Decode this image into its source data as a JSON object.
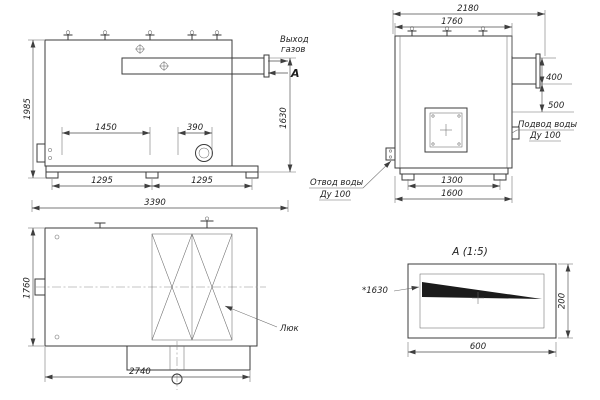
{
  "front_view": {
    "dim_height_overall": "1985",
    "dim_height_gas_outlet": "1630",
    "dim_1450": "1450",
    "dim_390": "390",
    "dim_1295_left": "1295",
    "dim_1295_right": "1295",
    "dim_length_overall": "3390",
    "label_gas_outlet_line1": "Выход",
    "label_gas_outlet_line2": "газов",
    "section_letter": "А"
  },
  "end_view": {
    "dim_width_overall": "2180",
    "dim_width_body": "1760",
    "dim_400": "400",
    "dim_500": "500",
    "dim_1300": "1300",
    "dim_1600": "1600",
    "label_water_supply_line1": "Подвод воды",
    "label_water_supply_line2": "Ду 100",
    "label_water_return_line1": "Отвод воды",
    "label_water_return_line2": "Ду 100"
  },
  "plan_view": {
    "dim_width": "1760",
    "dim_2740": "2740",
    "label_hatch": "Люк"
  },
  "detail_view": {
    "title": "А (1:5)",
    "dim_reference": "*1630",
    "dim_600": "600",
    "dim_200": "200"
  }
}
